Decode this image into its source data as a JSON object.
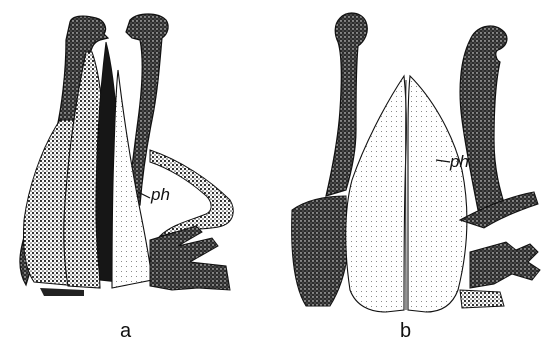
{
  "figure": {
    "panels": [
      {
        "id": "a",
        "label": "a",
        "part_label": "ph"
      },
      {
        "id": "b",
        "label": "b",
        "part_label": "ph"
      }
    ],
    "colors": {
      "ink": "#111111",
      "stipple_dark": "#3a3a3a",
      "stipple_light": "#d8d8d8",
      "background": "#ffffff"
    }
  }
}
